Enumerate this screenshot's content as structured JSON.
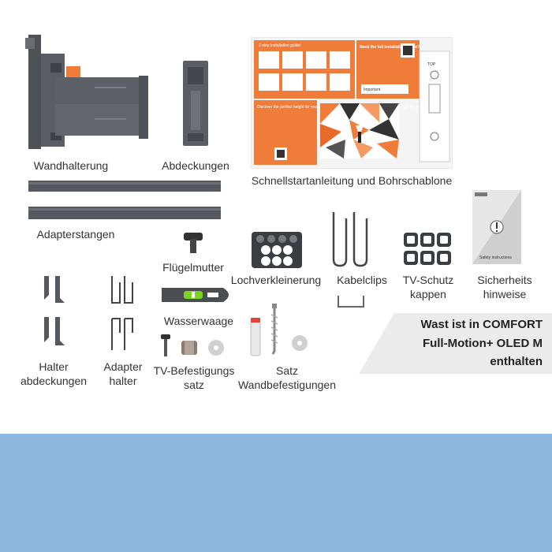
{
  "labels": {
    "wandhalterung": "Wandhalterung",
    "abdeckungen": "Abdeckungen",
    "schnellstart": "Schnellstartanleitung und Bohrschablone",
    "adapterstangen": "Adapterstangen",
    "fluegelmutter": "Flügelmutter",
    "lochverkleinerung": "Lochverkleinerung",
    "kabelclips": "Kabelclips",
    "tv_schutz_1": "TV-Schutz",
    "tv_schutz_2": "kappen",
    "sicherheit_1": "Sicherheits",
    "sicherheit_2": "hinweise",
    "wasserwaage": "Wasserwaage",
    "halter_1": "Halter",
    "halter_2": "abdeckungen",
    "adapter_1": "Adapter",
    "adapter_2": "halter",
    "tv_bef_1": "TV-Befestigungs",
    "tv_bef_2": "satz",
    "satz_1": "Satz",
    "satz_2": "Wandbefestigungen"
  },
  "banner": {
    "line1": "Wast ist in COMFORT",
    "line2": "Full-Motion+ OLED M",
    "line3": "enthalten"
  },
  "guide": {
    "heading": "2 step installation guide!",
    "need_full": "Need the full installation Guide?",
    "discover": "Discover the perfect height for your TV and mark the first drilling hole with our DrillRight AR app",
    "important": "Important",
    "top": "TOP"
  },
  "safety_card": {
    "text": "Safety instructions"
  },
  "colors": {
    "accent_orange": "#f07c3a",
    "hardware_grey": "#55595f",
    "band_blue": "#8fb8e0",
    "banner_grey": "#ebebeb"
  }
}
